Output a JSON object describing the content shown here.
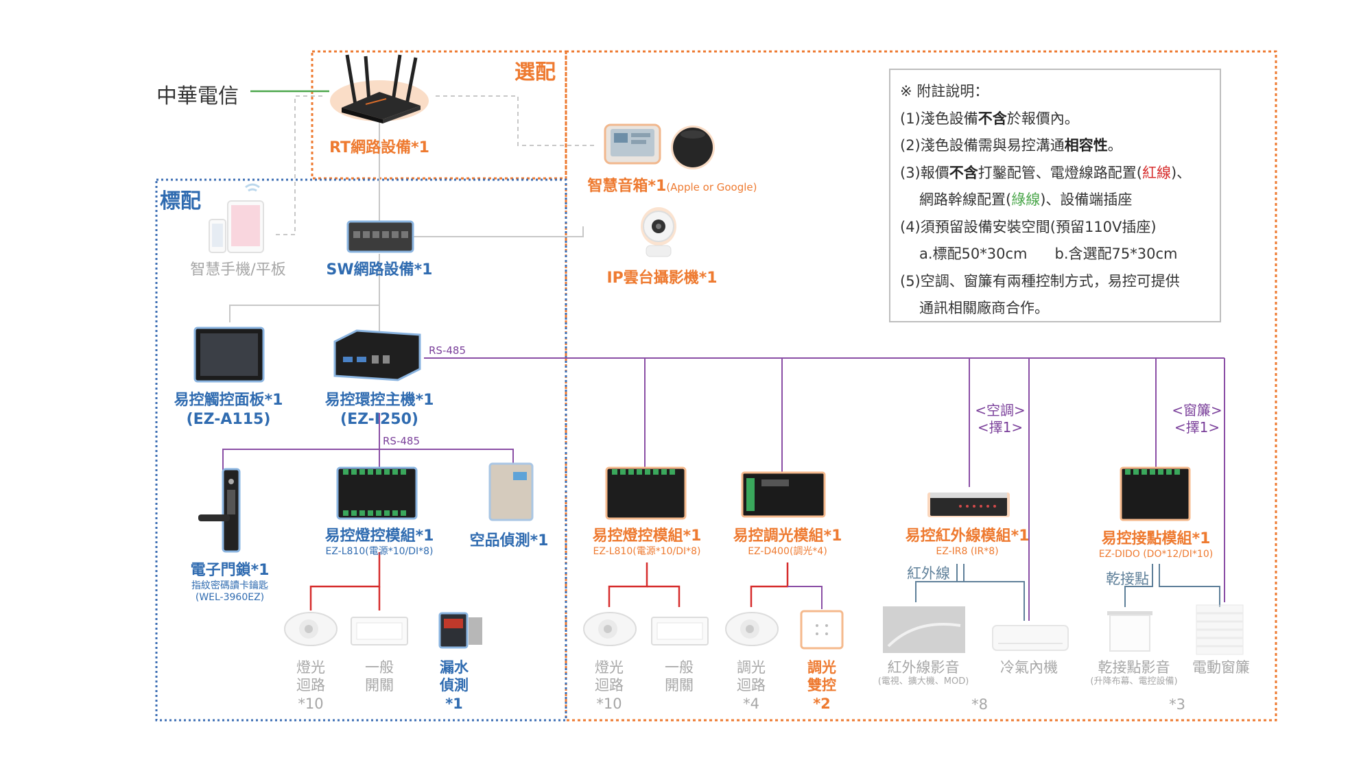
{
  "telecom_label": "中華電信",
  "zones": {
    "optional": "選配",
    "standard": "標配"
  },
  "router": {
    "label": "RT網路設備*1"
  },
  "smart_speaker": {
    "label": "智慧音箱*1",
    "sub": "(Apple or Google)"
  },
  "phone_tablet": {
    "label": "智慧手機/平板"
  },
  "switch": {
    "label": "SW網路設備*1"
  },
  "ip_camera": {
    "label": "IP雲台攝影機*1"
  },
  "touch_panel": {
    "label": "易控觸控面板*1",
    "model": "(EZ-A115)"
  },
  "host": {
    "label": "易控環控主機*1",
    "model": "(EZ-I250)"
  },
  "rs485_labels": [
    "RS-485",
    "RS-485"
  ],
  "door_lock": {
    "label": "電子門鎖*1",
    "sub1": "指紋密碼讀卡鑰匙",
    "sub2": "(WEL-3960EZ)"
  },
  "light_module_std": {
    "label": "易控燈控模組*1",
    "model": "EZ-L810(電源*10/DI*8)"
  },
  "air_quality": {
    "label": "空品偵測*1"
  },
  "light_module_opt": {
    "label": "易控燈控模組*1",
    "model": "EZ-L810(電源*10/DI*8)"
  },
  "dimmer_module": {
    "label": "易控調光模組*1",
    "model": "EZ-D400(調光*4)"
  },
  "ir_module": {
    "label": "易控紅外線模組*1",
    "model": "EZ-IR8 (IR*8)"
  },
  "dido_module": {
    "label": "易控接點模組*1",
    "model": "EZ-DIDO (DO*12/DI*10)"
  },
  "choice_ac": {
    "line1": "<空調>",
    "line2": "<擇1>"
  },
  "choice_curtain": {
    "line1": "<窗簾>",
    "line2": "<擇1>"
  },
  "ir_line_label": "紅外線",
  "dry_contact_label": "乾接點",
  "bottom": {
    "light_loop_std": {
      "l1": "燈光",
      "l2": "迴路",
      "l3": "*10"
    },
    "switch_std": {
      "l1": "一般",
      "l2": "開關"
    },
    "leak": {
      "l1": "漏水",
      "l2": "偵測",
      "l3": "*1"
    },
    "light_loop_opt": {
      "l1": "燈光",
      "l2": "迴路",
      "l3": "*10"
    },
    "switch_opt": {
      "l1": "一般",
      "l2": "開關"
    },
    "dim_loop": {
      "l1": "調光",
      "l2": "迴路",
      "l3": "*4"
    },
    "dim_dual": {
      "l1": "調光",
      "l2": "雙控",
      "l3": "*2"
    },
    "ir_av": {
      "l1": "紅外線影音",
      "l2": "(電視、擴大機、MOD)"
    },
    "ac_indoor": {
      "l1": "冷氣內機"
    },
    "ir_count": "*8",
    "dry_av": {
      "l1": "乾接點影音",
      "l2": "(升降布幕、電控設備)"
    },
    "curtain": {
      "l1": "電動窗簾"
    },
    "dry_count": "*3"
  },
  "notes": [
    {
      "text": "※ 附註說明："
    },
    {
      "parts": [
        "(1)淺色設備",
        "不含",
        "於報價內。"
      ]
    },
    {
      "parts": [
        "(2)淺色設備需與易控溝通",
        "相容性",
        "。"
      ]
    },
    {
      "parts": [
        "(3)報價",
        "不含",
        "打鑿配管、電燈線路配置(",
        "紅線",
        ")、"
      ]
    },
    {
      "parts": [
        "網路幹線配置(",
        "綠線",
        ")、設備端插座"
      ]
    },
    {
      "text": "(4)須預留設備安裝空間(預留110V插座)"
    },
    {
      "text": "a.標配50*30cm      b.含選配75*30cm"
    },
    {
      "text": "(5)空調、窗簾有兩種控制方式，易控可提供"
    },
    {
      "text": "通訊相關廠商合作。"
    }
  ],
  "colors": {
    "orange": "#ee7a30",
    "blue": "#2f6bb0",
    "purple": "#7a3f9a",
    "red": "#d62c2c",
    "green": "#4aa64a",
    "gray": "#a6a6a6"
  }
}
